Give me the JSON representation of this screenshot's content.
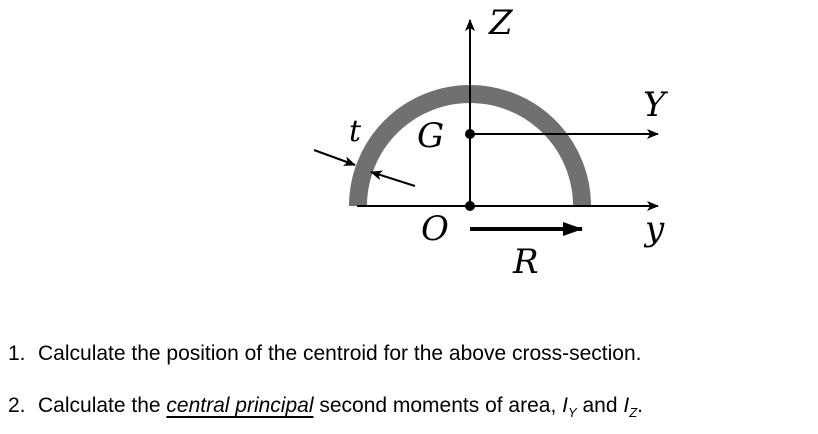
{
  "diagram": {
    "labels": {
      "Z": "Z",
      "Y": "Y",
      "y": "y",
      "G": "G",
      "O": "O",
      "R": "R",
      "t": "t"
    },
    "shape": "semicircular thin-walled arc (half ring)",
    "colors": {
      "arc": "#707070",
      "lines": "#000000"
    }
  },
  "questions": [
    {
      "number": "1.",
      "text": "Calculate the position of the centroid for the above cross-section."
    },
    {
      "number": "2.",
      "pre": "Calculate the ",
      "emph": "central principal",
      "post": " second moments of area, ",
      "I1": "I",
      "I1sub": "Y",
      "and": " and ",
      "I2": "I",
      "I2sub": "Z",
      "end": "."
    }
  ]
}
